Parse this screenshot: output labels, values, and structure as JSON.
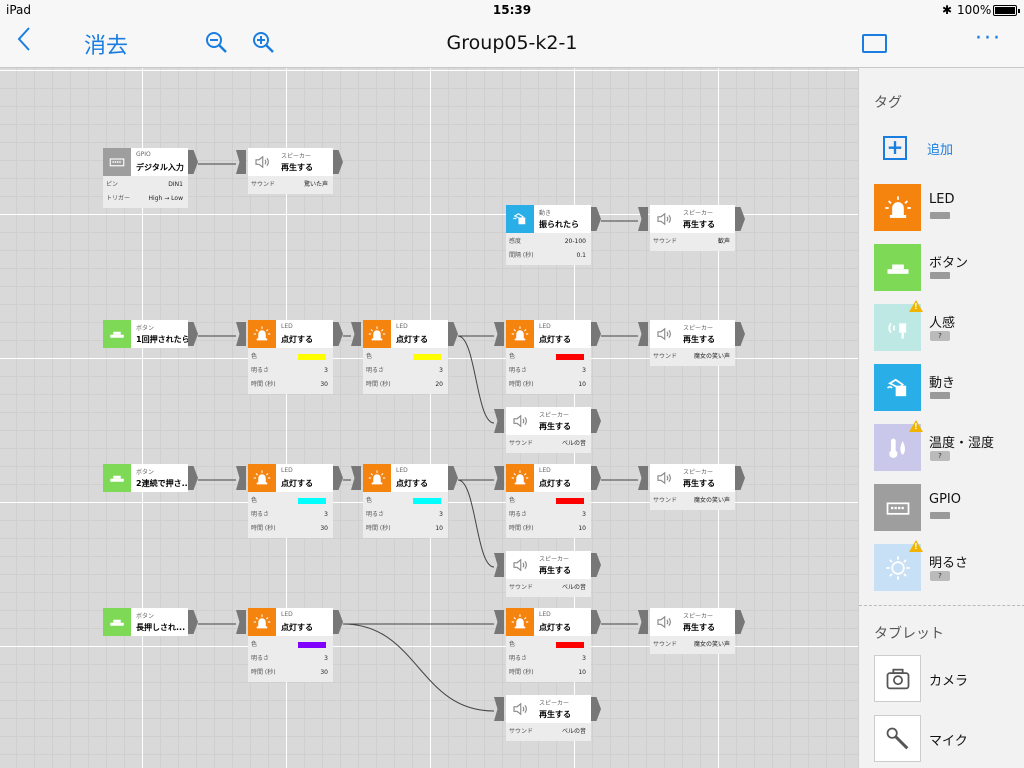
{
  "status": {
    "device": "iPad",
    "time": "15:39",
    "battery": "100%"
  },
  "nav": {
    "erase": "消去",
    "title": "Group05-k2-1"
  },
  "icons": {
    "back": "chevron-left-icon",
    "zoom_out": "zoom-out-icon",
    "zoom_in": "zoom-in-icon",
    "layout": "layout-icon",
    "more": "more-icon"
  },
  "colors": {
    "accent": "#1a7ee0",
    "led": "#f5840f",
    "button": "#7ed957",
    "motion": "#29aee8",
    "gpio": "#9e9e9e"
  },
  "blocks": [
    {
      "id": "gpio",
      "type": "gpio",
      "category": "GPIO",
      "name": "デジタル入力",
      "props": [
        {
          "label": "ピン",
          "value": "DIN1"
        },
        {
          "label": "トリガー",
          "value": "High → Low"
        }
      ]
    },
    {
      "id": "spk1",
      "type": "speaker",
      "category": "スピーカー",
      "name": "再生する",
      "props": [
        {
          "label": "サウンド",
          "value": "驚いた声"
        }
      ]
    },
    {
      "id": "mot",
      "type": "motion",
      "category": "動き",
      "name": "振られたら",
      "props": [
        {
          "label": "感度",
          "value": "20-100"
        },
        {
          "label": "間隔 (秒)",
          "value": "0.1"
        }
      ]
    },
    {
      "id": "spk2",
      "type": "speaker",
      "category": "スピーカー",
      "name": "再生する",
      "props": [
        {
          "label": "サウンド",
          "value": "歓声"
        }
      ]
    },
    {
      "id": "btn1",
      "type": "button",
      "category": "ボタン",
      "name": "1回押されたら",
      "props": []
    },
    {
      "id": "led1",
      "type": "led",
      "category": "LED",
      "name": "点灯する",
      "props": [
        {
          "label": "色",
          "color": "#ffff00"
        },
        {
          "label": "明るさ",
          "value": "3"
        },
        {
          "label": "時間 (秒)",
          "value": "30"
        }
      ]
    },
    {
      "id": "led2",
      "type": "led",
      "category": "LED",
      "name": "点灯する",
      "props": [
        {
          "label": "色",
          "color": "#ffff00"
        },
        {
          "label": "明るさ",
          "value": "3"
        },
        {
          "label": "時間 (秒)",
          "value": "20"
        }
      ]
    },
    {
      "id": "led3",
      "type": "led",
      "category": "LED",
      "name": "点灯する",
      "props": [
        {
          "label": "色",
          "color": "#ff0000"
        },
        {
          "label": "明るさ",
          "value": "3"
        },
        {
          "label": "時間 (秒)",
          "value": "10"
        }
      ]
    },
    {
      "id": "spk3",
      "type": "speaker",
      "category": "スピーカー",
      "name": "再生する",
      "props": [
        {
          "label": "サウンド",
          "value": "魔女の笑い声"
        }
      ]
    },
    {
      "id": "spk4",
      "type": "speaker",
      "category": "スピーカー",
      "name": "再生する",
      "props": [
        {
          "label": "サウンド",
          "value": "ベルの音"
        }
      ]
    },
    {
      "id": "btn2",
      "type": "button",
      "category": "ボタン",
      "name": "2連続で押さ...",
      "props": []
    },
    {
      "id": "led4",
      "type": "led",
      "category": "LED",
      "name": "点灯する",
      "props": [
        {
          "label": "色",
          "color": "#00ffff"
        },
        {
          "label": "明るさ",
          "value": "3"
        },
        {
          "label": "時間 (秒)",
          "value": "30"
        }
      ]
    },
    {
      "id": "led5",
      "type": "led",
      "category": "LED",
      "name": "点灯する",
      "props": [
        {
          "label": "色",
          "color": "#00ffff"
        },
        {
          "label": "明るさ",
          "value": "3"
        },
        {
          "label": "時間 (秒)",
          "value": "10"
        }
      ]
    },
    {
      "id": "led6",
      "type": "led",
      "category": "LED",
      "name": "点灯する",
      "props": [
        {
          "label": "色",
          "color": "#ff0000"
        },
        {
          "label": "明るさ",
          "value": "3"
        },
        {
          "label": "時間 (秒)",
          "value": "10"
        }
      ]
    },
    {
      "id": "spk5",
      "type": "speaker",
      "category": "スピーカー",
      "name": "再生する",
      "props": [
        {
          "label": "サウンド",
          "value": "魔女の笑い声"
        }
      ]
    },
    {
      "id": "spk6",
      "type": "speaker",
      "category": "スピーカー",
      "name": "再生する",
      "props": [
        {
          "label": "サウンド",
          "value": "ベルの音"
        }
      ]
    },
    {
      "id": "btn3",
      "type": "button",
      "category": "ボタン",
      "name": "長押しされ...",
      "props": []
    },
    {
      "id": "led7",
      "type": "led",
      "category": "LED",
      "name": "点灯する",
      "props": [
        {
          "label": "色",
          "color": "#8000ff"
        },
        {
          "label": "明るさ",
          "value": "3"
        },
        {
          "label": "時間 (秒)",
          "value": "30"
        }
      ]
    },
    {
      "id": "led8",
      "type": "led",
      "category": "LED",
      "name": "点灯する",
      "props": [
        {
          "label": "色",
          "color": "#ff0000"
        },
        {
          "label": "明るさ",
          "value": "3"
        },
        {
          "label": "時間 (秒)",
          "value": "10"
        }
      ]
    },
    {
      "id": "spk7",
      "type": "speaker",
      "category": "スピーカー",
      "name": "再生する",
      "props": [
        {
          "label": "サウンド",
          "value": "魔女の笑い声"
        }
      ]
    },
    {
      "id": "spk8",
      "type": "speaker",
      "category": "スピーカー",
      "name": "再生する",
      "props": [
        {
          "label": "サウンド",
          "value": "ベルの音"
        }
      ]
    }
  ],
  "connections": [
    [
      "gpio",
      "spk1"
    ],
    [
      "mot",
      "spk2"
    ],
    [
      "btn1",
      "led1"
    ],
    [
      "led1",
      "led2"
    ],
    [
      "led2",
      "led3"
    ],
    [
      "led2",
      "spk4"
    ],
    [
      "led3",
      "spk3"
    ],
    [
      "btn2",
      "led4"
    ],
    [
      "led4",
      "led5"
    ],
    [
      "led5",
      "led6"
    ],
    [
      "led5",
      "spk6"
    ],
    [
      "led6",
      "spk5"
    ],
    [
      "btn3",
      "led7"
    ],
    [
      "led7",
      "led8"
    ],
    [
      "led7",
      "spk8"
    ],
    [
      "led8",
      "spk7"
    ]
  ],
  "sidebar": {
    "tags_title": "タグ",
    "add_label": "追加",
    "tags": [
      {
        "name": "LED",
        "type": "led",
        "status": "battery",
        "warn": false
      },
      {
        "name": "ボタン",
        "type": "button",
        "status": "battery",
        "warn": false
      },
      {
        "name": "人感",
        "type": "human",
        "status": "?",
        "warn": true
      },
      {
        "name": "動き",
        "type": "motion",
        "status": "battery",
        "warn": false
      },
      {
        "name": "温度・湿度",
        "type": "temp",
        "status": "?",
        "warn": true
      },
      {
        "name": "GPIO",
        "type": "gpio",
        "status": "battery",
        "warn": false
      },
      {
        "name": "明るさ",
        "type": "light",
        "status": "?",
        "warn": true
      }
    ],
    "tablet_title": "タブレット",
    "tablet": [
      {
        "name": "カメラ",
        "type": "camera"
      },
      {
        "name": "マイク",
        "type": "mic"
      }
    ]
  }
}
